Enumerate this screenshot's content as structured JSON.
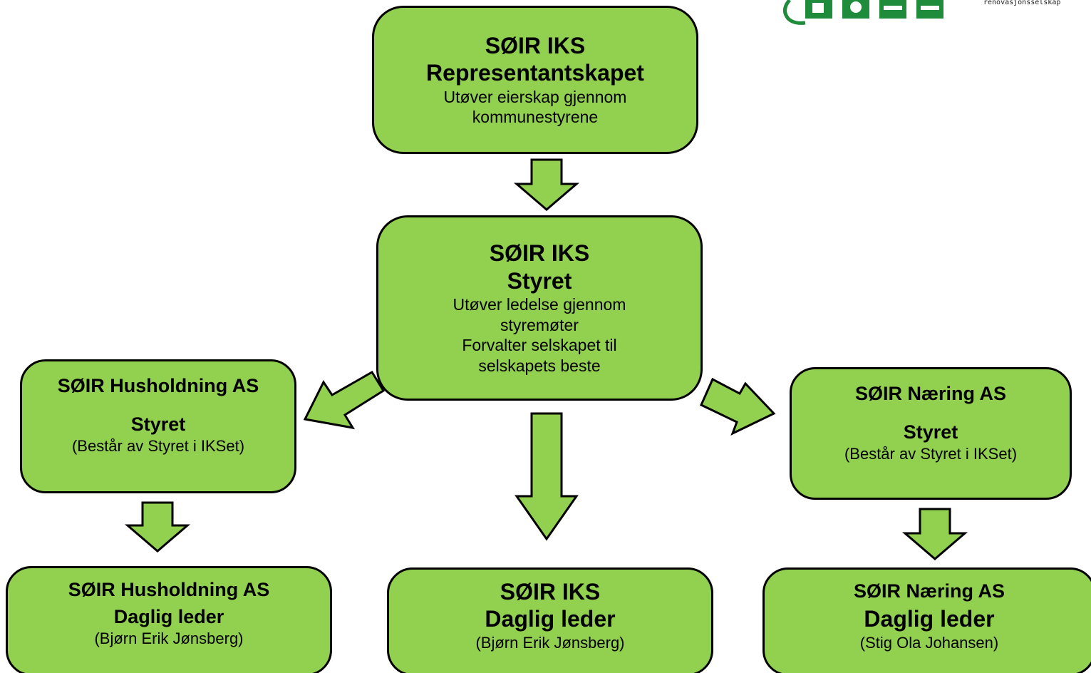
{
  "logo": {
    "tagline": "renovasjonsselskap",
    "color": "#1e8c3a"
  },
  "colors": {
    "box_fill": "#92d050",
    "border": "#000000"
  },
  "boxes": {
    "representantskapet": {
      "title1": "SØIR IKS",
      "title2": "Representantskapet",
      "desc1": "Utøver eierskap gjennom",
      "desc2": "kommunestyrene"
    },
    "styret": {
      "title1": "SØIR IKS",
      "title2": "Styret",
      "desc1": "Utøver ledelse gjennom",
      "desc2": "styremøter",
      "desc3": "Forvalter selskapet til",
      "desc4": "selskapets beste"
    },
    "husholdning_styret": {
      "title1": "SØIR Husholdning AS",
      "title2": "Styret",
      "desc": "(Består av Styret i IKSet)"
    },
    "naering_styret": {
      "title1": "SØIR Næring AS",
      "title2": "Styret",
      "desc": "(Består av Styret i IKSet)"
    },
    "husholdning_leder": {
      "title1": "SØIR Husholdning AS",
      "title2": "Daglig leder",
      "desc": "(Bjørn Erik Jønsberg)"
    },
    "iks_leder": {
      "title1": "SØIR IKS",
      "title2": "Daglig leder",
      "desc": "(Bjørn Erik Jønsberg)"
    },
    "naering_leder": {
      "title1": "SØIR Næring AS",
      "title2": "Daglig leder",
      "desc": "(Stig Ola Johansen)"
    }
  }
}
